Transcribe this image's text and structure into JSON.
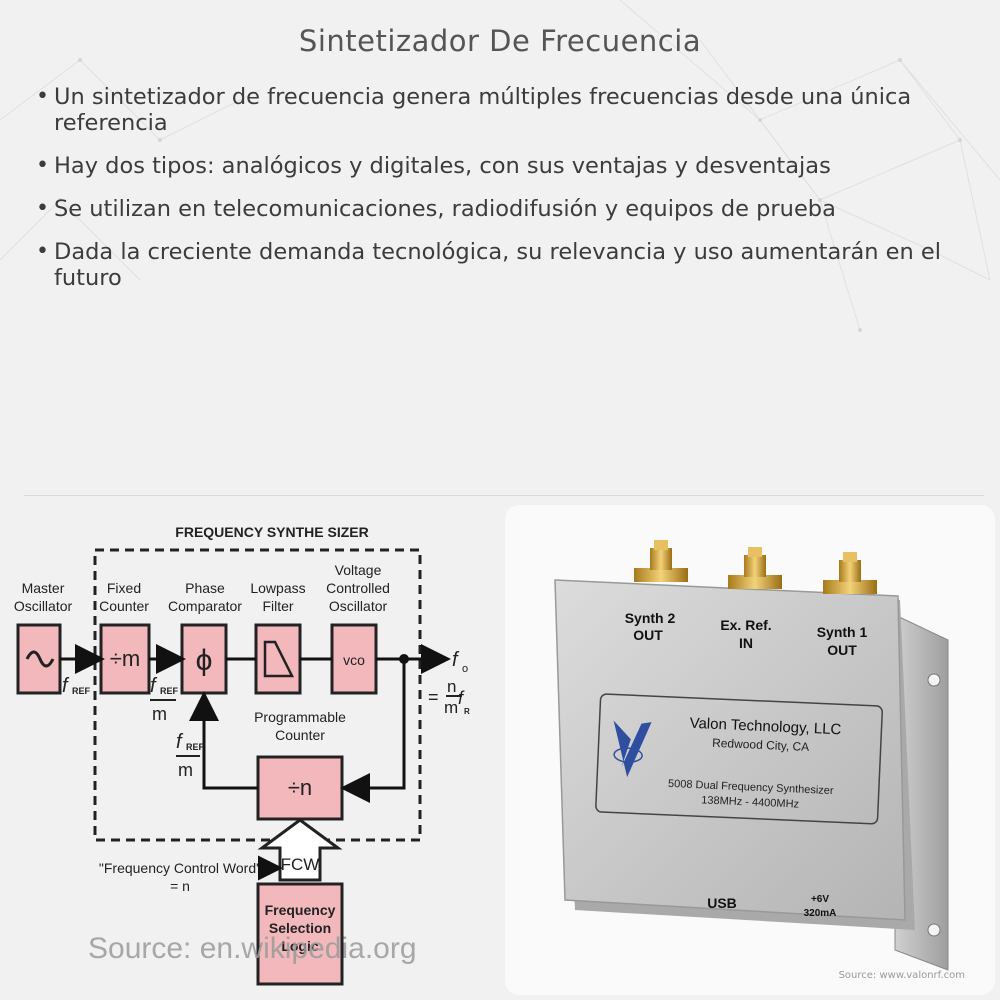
{
  "title": "Sintetizador De Frecuencia",
  "bullets": [
    "Un sintetizador de frecuencia genera múltiples frecuencias desde una única referencia",
    "Hay dos tipos: analógicos y digitales, con sus ventajas y desventajas",
    "Se utilizan en telecomunicaciones, radiodifusión y equipos de prueba",
    "Dada la creciente demanda tecnológica, su relevancia y uso aumentarán en el futuro"
  ],
  "diagram": {
    "heading": "FREQUENCY SYNTHE SIZER",
    "master_oscillator": [
      "Master",
      "Oscillator"
    ],
    "fixed_counter": [
      "Fixed",
      "Counter"
    ],
    "phase_comparator": [
      "Phase",
      "Comparator"
    ],
    "lowpass_filter": [
      "Lowpass",
      "Filter"
    ],
    "vco_label": [
      "Voltage",
      "Controlled",
      "Oscillator"
    ],
    "programmable_counter": [
      "Programmable",
      "Counter"
    ],
    "div_m": "÷m",
    "phi": "ϕ",
    "vco": "vco",
    "div_n": "÷n",
    "fcw": "FCW",
    "fcw_label": "\"Frequency Control Word\"",
    "fcw_eq": "= n",
    "fsl": [
      "Frequency",
      "Selection",
      "Logic"
    ],
    "f_ref": "f",
    "ref_sub": "REF",
    "m": "m",
    "n": "n",
    "f_o": "f",
    "o_sub": "o",
    "eq": "=",
    "source": "Source: en.wikipedia.org"
  },
  "photo": {
    "synth2": [
      "Synth 2",
      "OUT"
    ],
    "exref": [
      "Ex. Ref.",
      "IN"
    ],
    "synth1": [
      "Synth 1",
      "OUT"
    ],
    "company": "Valon Technology, LLC",
    "city": "Redwood City, CA",
    "model": "5008 Dual Frequency Synthesizer",
    "range": "138MHz - 4400MHz",
    "usb": "USB",
    "power": [
      "+6V",
      "320mA"
    ],
    "source": "Source: www.valonrf.com"
  }
}
